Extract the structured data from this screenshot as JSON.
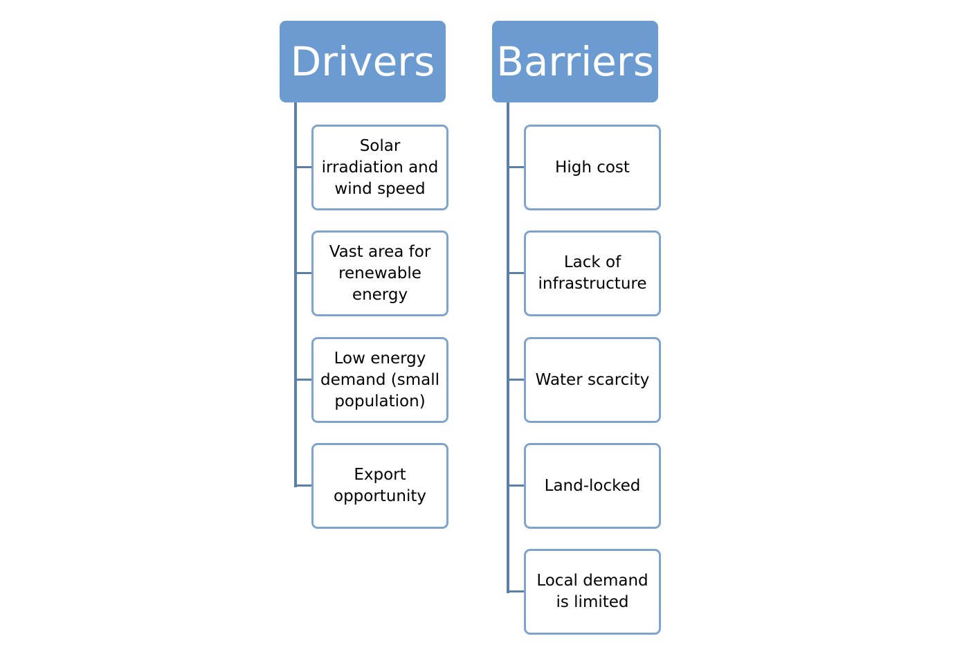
{
  "columns": [
    {
      "title": "Drivers",
      "items": [
        "Solar irradiation and wind speed",
        "Vast area for renewable energy",
        "Low energy demand (small population)",
        "Export opportunity"
      ]
    },
    {
      "title": "Barriers",
      "items": [
        "High cost",
        "Lack of infrastructure",
        "Water scarcity",
        "Land-locked",
        "Local demand is limited"
      ]
    }
  ],
  "colors": {
    "header_fill": "#6b9bd0",
    "box_border": "#7ea3cf",
    "connector": "#5a7fa8"
  }
}
